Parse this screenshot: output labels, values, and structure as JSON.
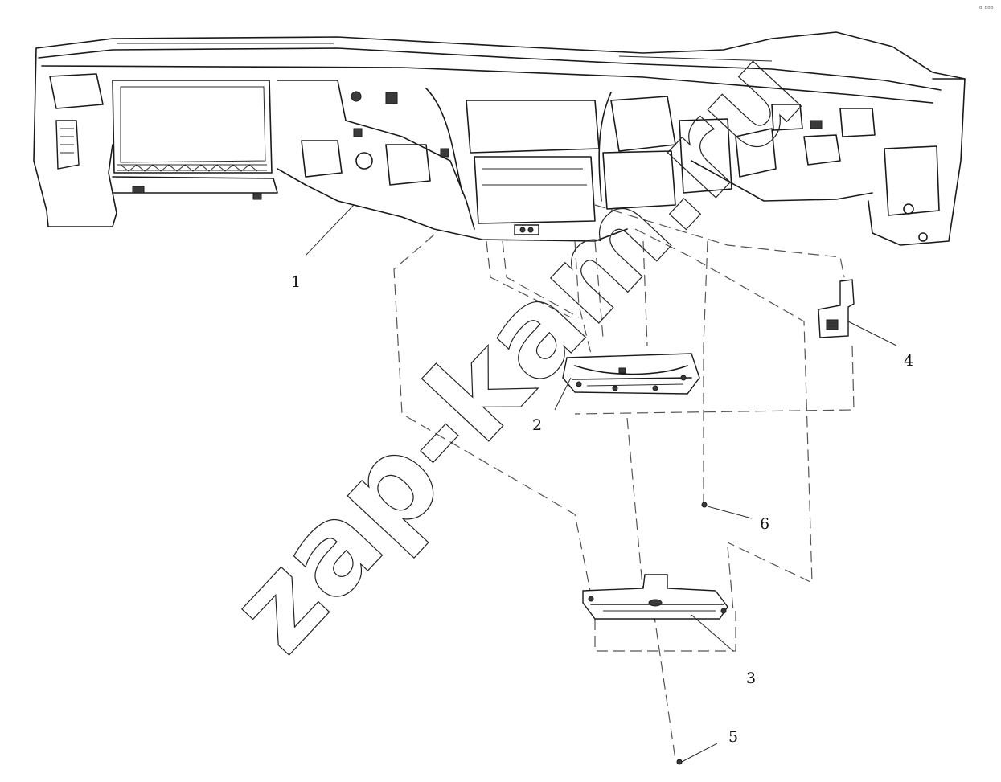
{
  "callouts": [
    {
      "id": "1",
      "label": "1"
    },
    {
      "id": "2",
      "label": "2"
    },
    {
      "id": "3",
      "label": "3"
    },
    {
      "id": "4",
      "label": "4"
    },
    {
      "id": "5",
      "label": "5"
    },
    {
      "id": "6",
      "label": "6"
    }
  ],
  "watermark": "zap-kam.ru",
  "corner_mark": "ᵒ ᵒᵒᵒ"
}
